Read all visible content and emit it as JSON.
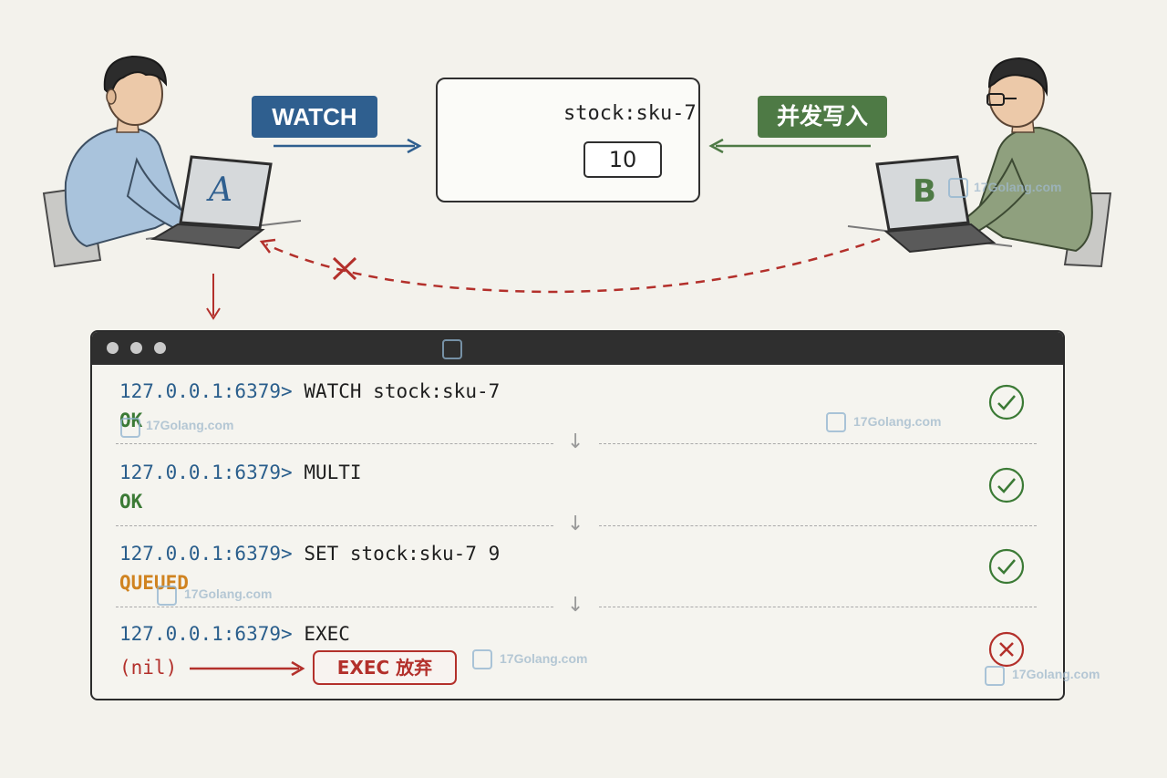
{
  "client_a": {
    "label": "A"
  },
  "client_b": {
    "label": "B"
  },
  "watch_tag": "WATCH",
  "write_tag": "并发写入",
  "redis_key": {
    "name": "stock:sku-7",
    "value": "10"
  },
  "terminal": {
    "steps": [
      {
        "prompt": "127.0.0.1:6379>",
        "command": "WATCH stock:sku-7",
        "response": "OK",
        "status": "success"
      },
      {
        "prompt": "127.0.0.1:6379>",
        "command": "MULTI",
        "response": "OK",
        "status": "success"
      },
      {
        "prompt": "127.0.0.1:6379>",
        "command": "SET stock:sku-7 9",
        "response": "QUEUED",
        "status": "success"
      },
      {
        "prompt": "127.0.0.1:6379>",
        "command": "EXEC",
        "response": "(nil)",
        "status": "failure"
      }
    ],
    "exec_result": "EXEC 放弃"
  },
  "watermark": "17Golang.com",
  "colors": {
    "watch_blue": "#2f5f8f",
    "write_green": "#4e7a45",
    "fail_red": "#b3302b",
    "queued_orange": "#d08320",
    "redis_red": "#d8322a"
  }
}
